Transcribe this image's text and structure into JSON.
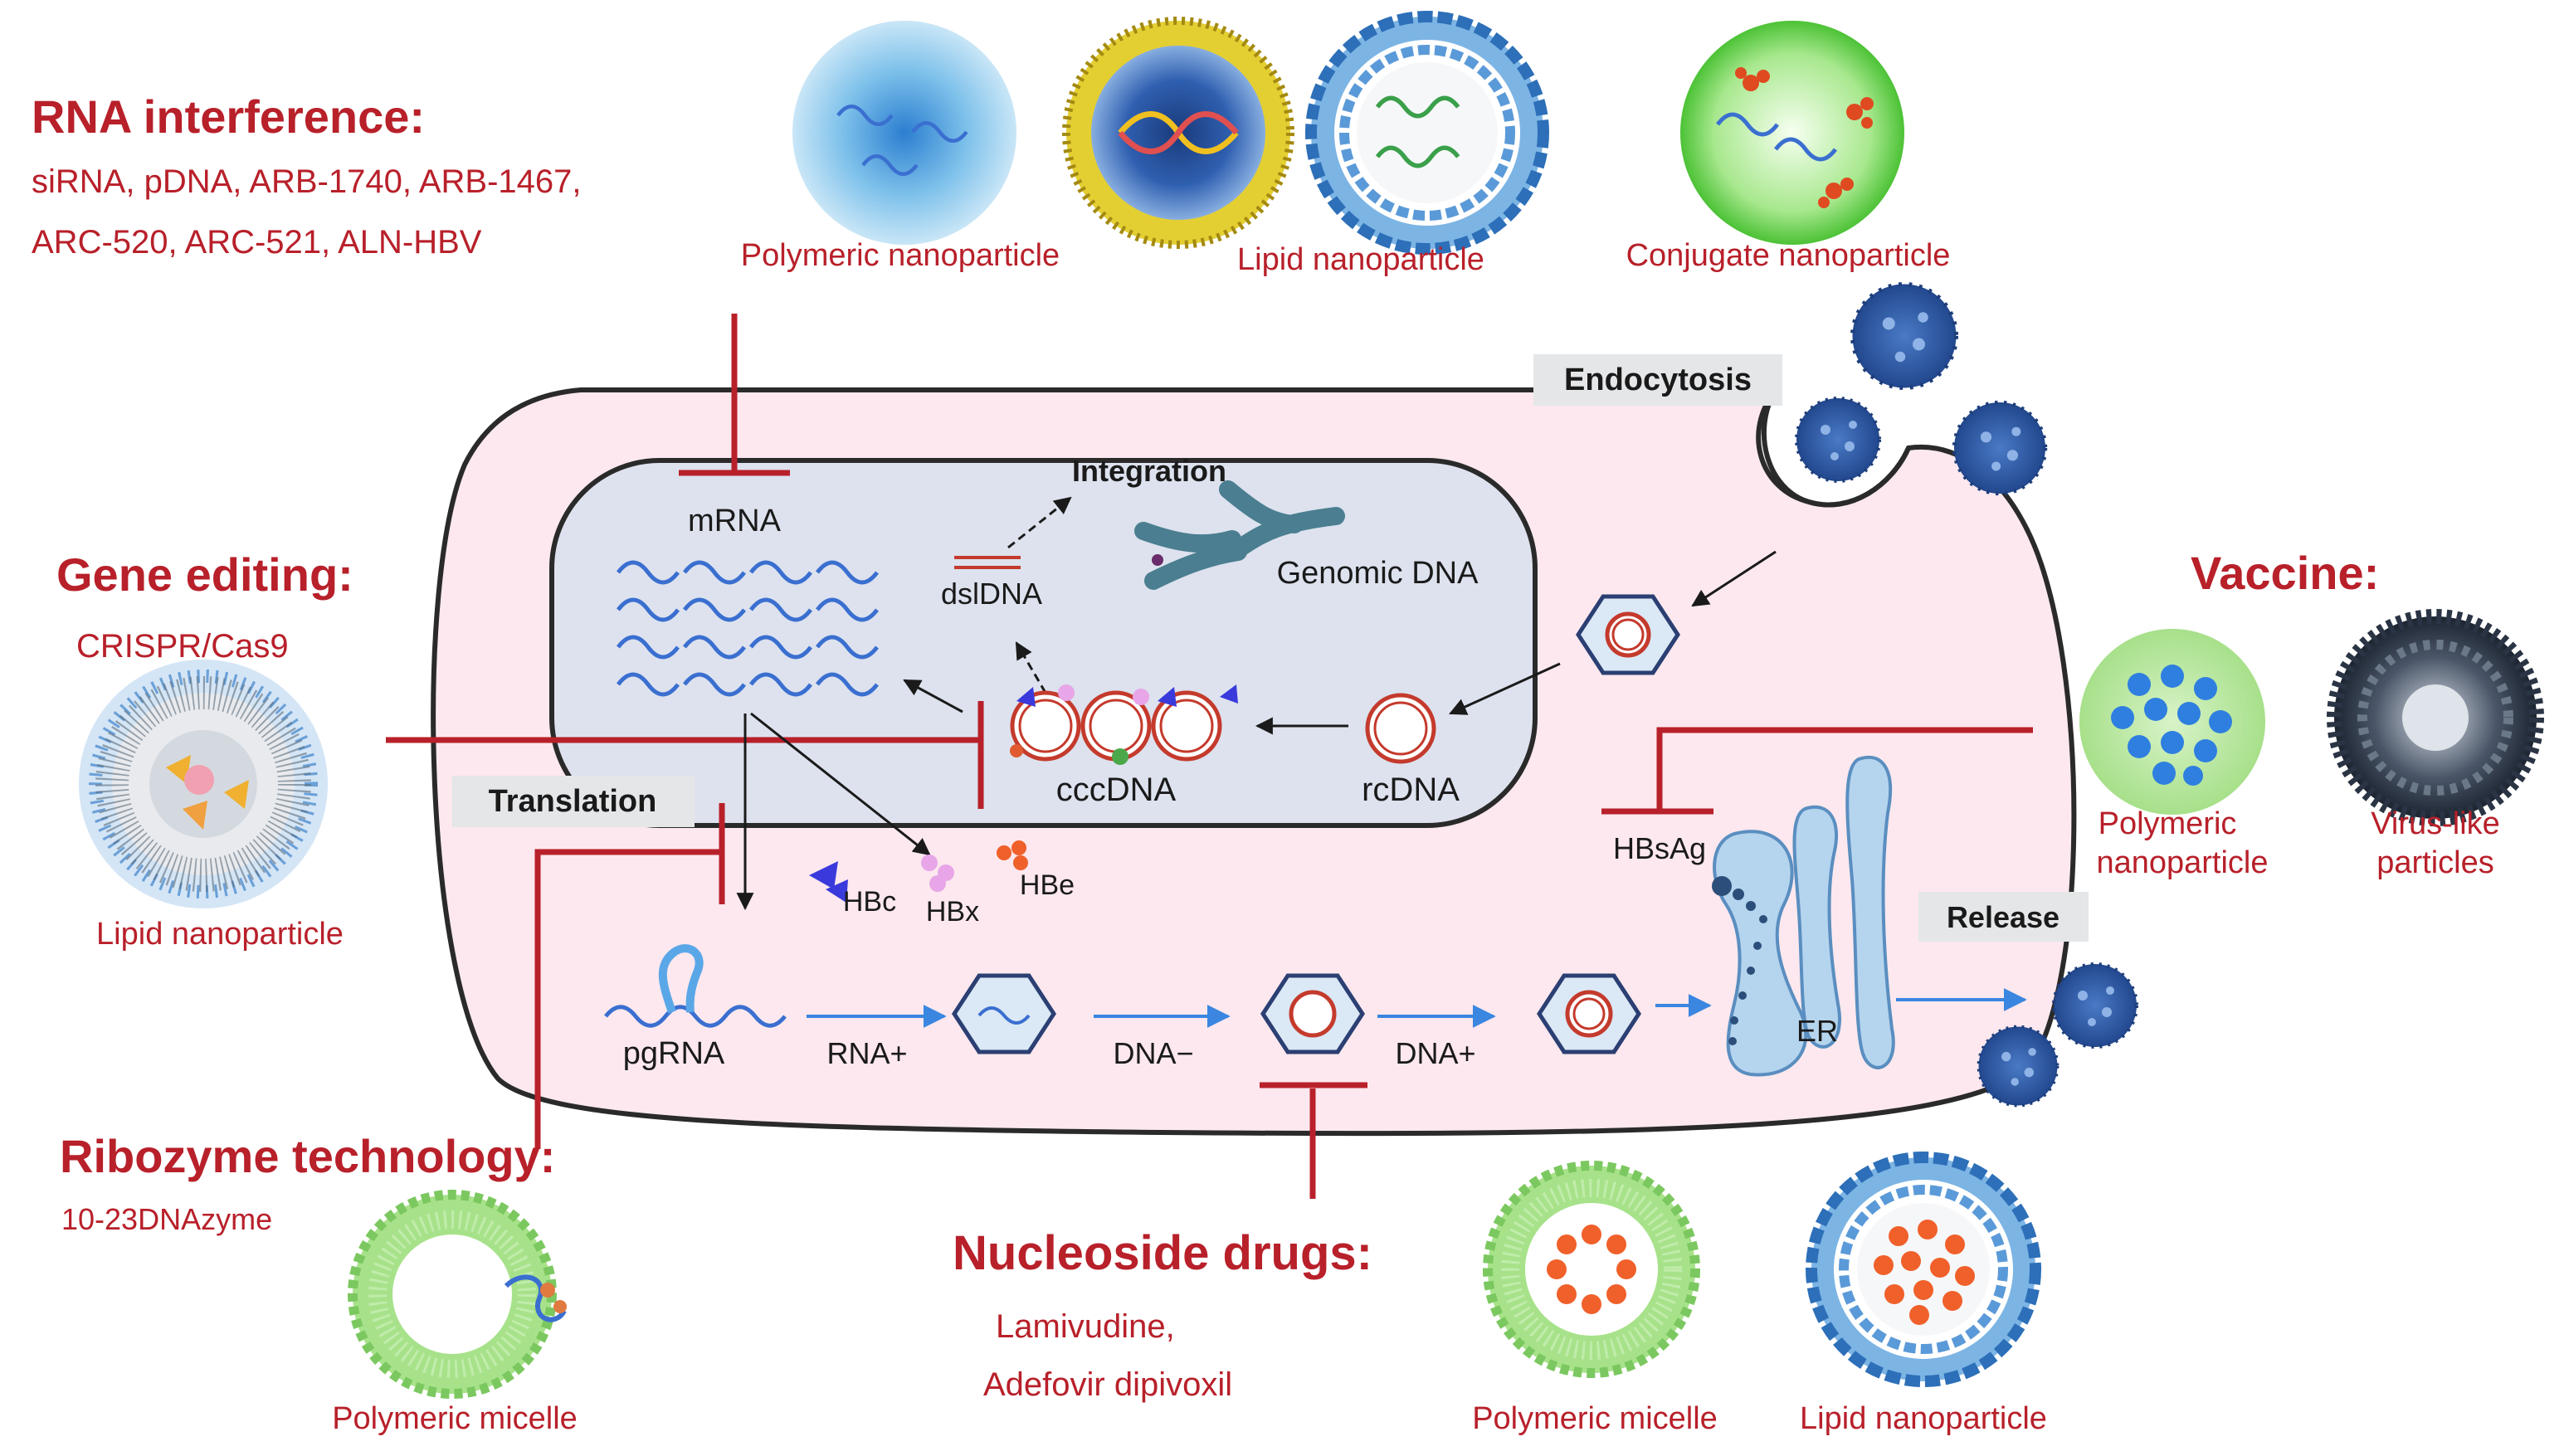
{
  "colors": {
    "therapy_red": "#b8202a",
    "cell_fill": "#fce8ee",
    "nucleus_fill": "#dde2ee",
    "rna_blue": "#3a6fd0",
    "virus_blue": "#2a5aa6",
    "er_blue": "#b5d4ee",
    "polymer_blue": "#9ccbe8",
    "lipid_yellow": "#e6d23a",
    "conjugate_green": "#5acb4a",
    "micelle_green": "#9ee07e",
    "drug_orange": "#f0602a",
    "label_bg": "#e4e6e8"
  },
  "therapies": {
    "rna_interference": {
      "title": "RNA interference:",
      "agents_line1": "siRNA, pDNA, ARB-1740, ARB-1467,",
      "agents_line2": "ARC-520, ARC-521, ALN-HBV",
      "carriers": [
        "Polymeric nanoparticle",
        "Lipid nanoparticle",
        "Conjugate nanoparticle"
      ]
    },
    "gene_editing": {
      "title": "Gene editing:",
      "agent": "CRISPR/Cas9",
      "carrier": "Lipid nanoparticle"
    },
    "ribozyme": {
      "title": "Ribozyme technology:",
      "agent": "10-23DNAzyme",
      "carrier": "Polymeric micelle"
    },
    "nucleoside": {
      "title": "Nucleoside drugs:",
      "drug1": "Lamivudine,",
      "drug2": "Adefovir dipivoxil",
      "carriers": [
        "Polymeric micelle",
        "Lipid nanoparticle"
      ]
    },
    "vaccine": {
      "title": "Vaccine:",
      "carrier1_line1": "Polymeric",
      "carrier1_line2": "nanoparticle",
      "carrier2_line1": "Virus-like",
      "carrier2_line2": "particles"
    }
  },
  "lifecycle": {
    "endocytosis": "Endocytosis",
    "integration": "Integration",
    "genomic_dna": "Genomic DNA",
    "mrna": "mRNA",
    "dsldna": "dslDNA",
    "cccdna": "cccDNA",
    "rcdna": "rcDNA",
    "translation": "Translation",
    "hbc": "HBc",
    "hbx": "HBx",
    "hbe": "HBe",
    "hbsag": "HBsAg",
    "pgrna": "pgRNA",
    "rna_plus": "RNA+",
    "dna_minus": "DNA−",
    "dna_plus": "DNA+",
    "er": "ER",
    "release": "Release"
  }
}
